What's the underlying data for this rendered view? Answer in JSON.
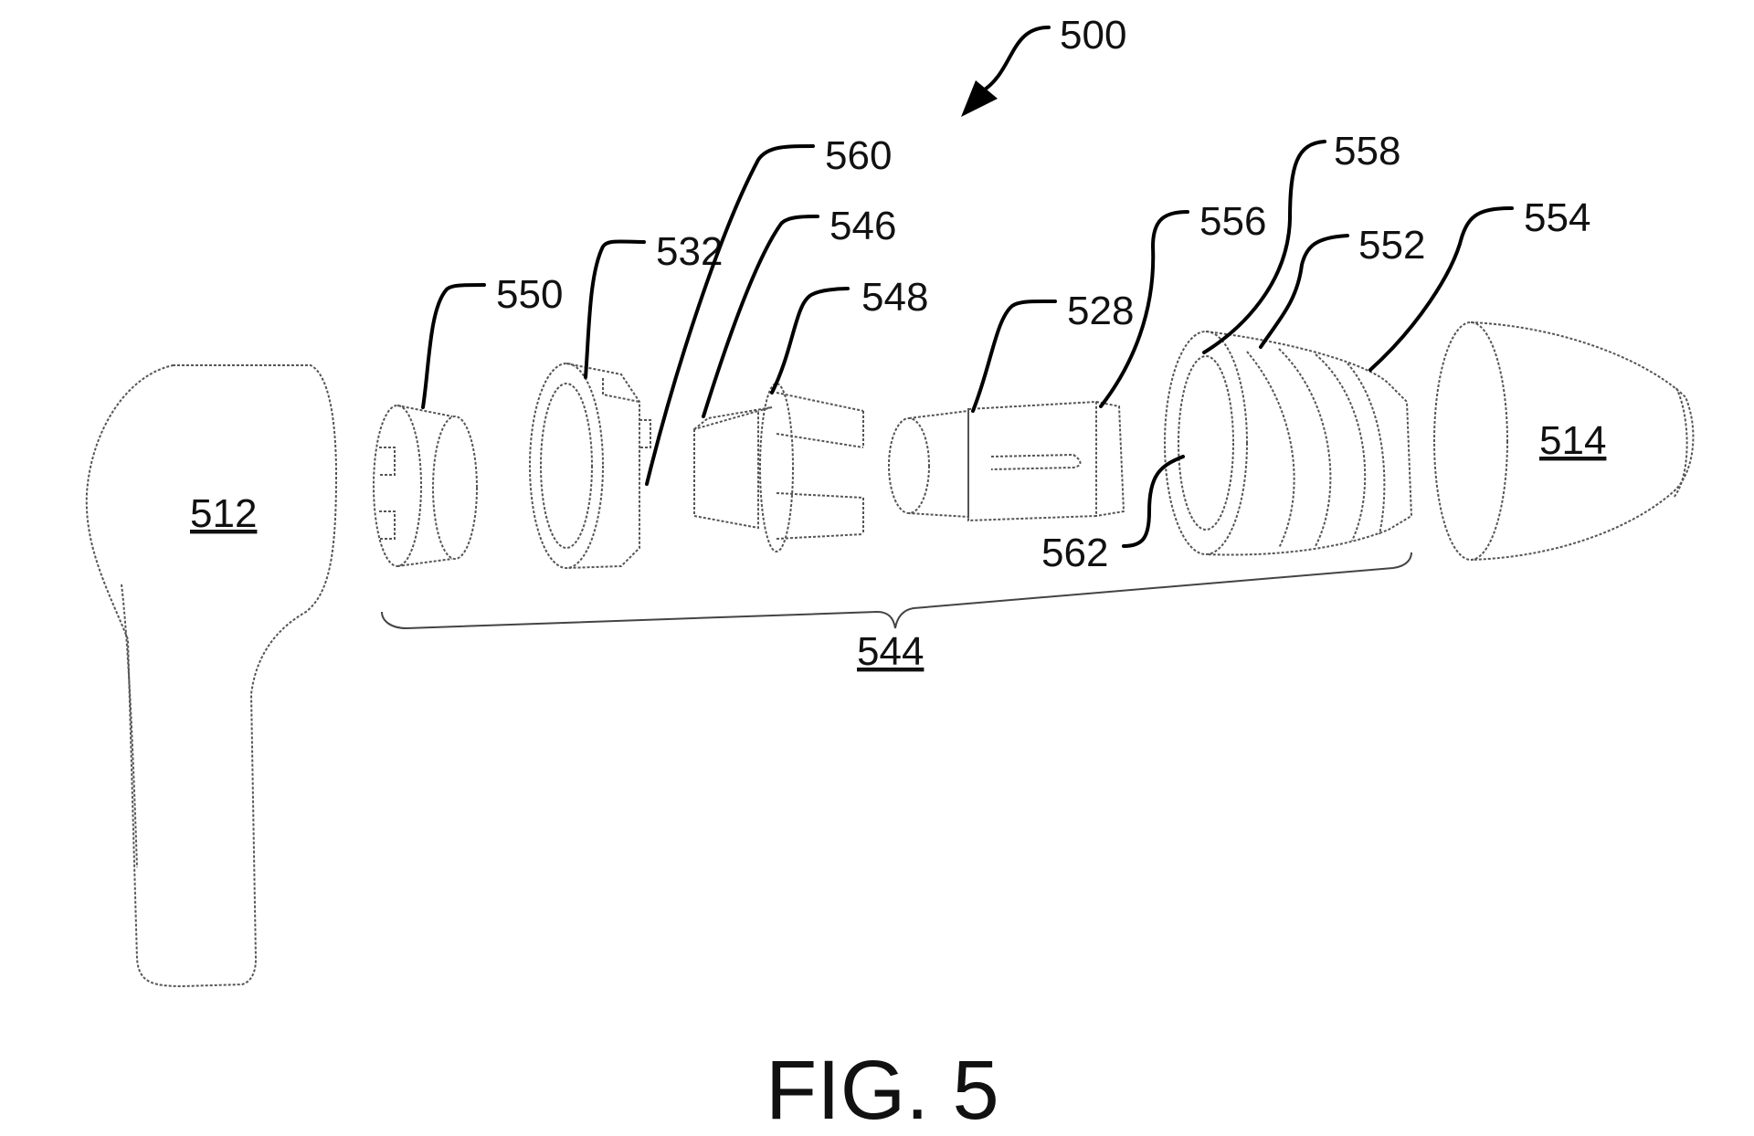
{
  "figure": {
    "caption": "FIG. 5",
    "overall_ref": "500",
    "assembly_ref": "544",
    "body_ref": "512",
    "tip_ref": "514",
    "callouts": {
      "c550": "550",
      "c532": "532",
      "c560": "560",
      "c546": "546",
      "c548": "548",
      "c528": "528",
      "c556": "556",
      "c558": "558",
      "c552": "552",
      "c554": "554",
      "c562": "562"
    }
  }
}
